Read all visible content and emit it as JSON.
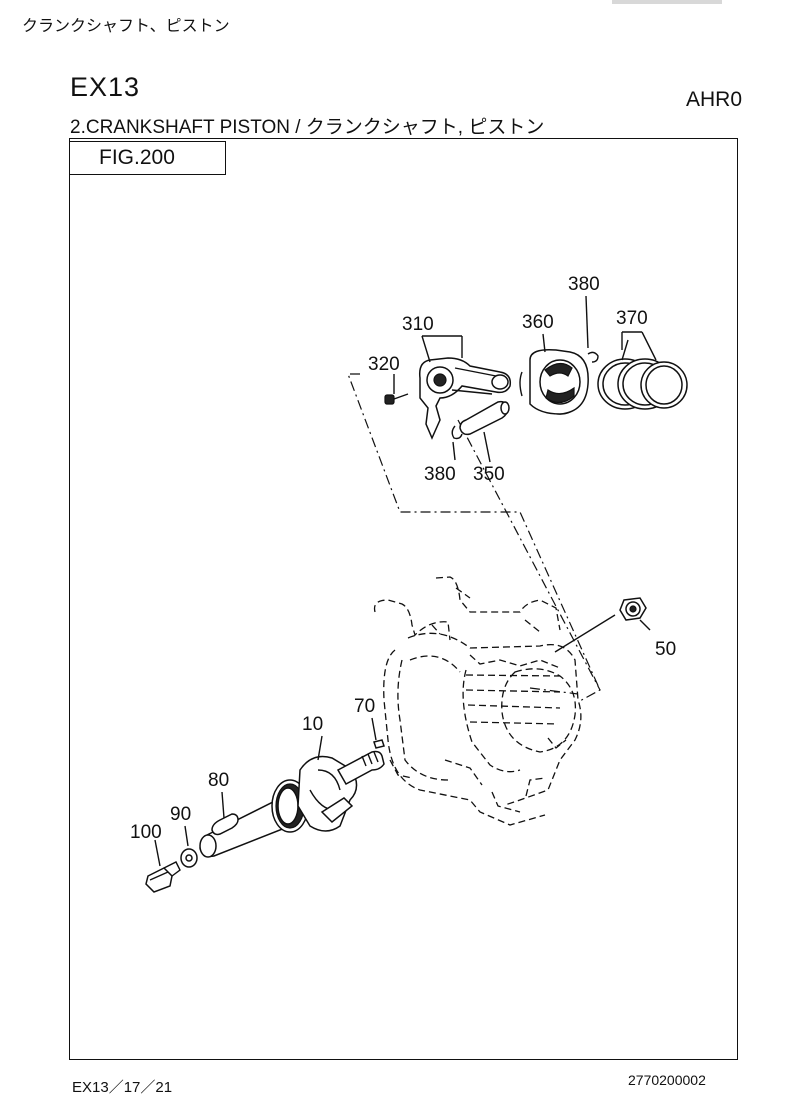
{
  "header": {
    "japanese_title": "クランクシャフト、ピストン",
    "model": "EX13",
    "model_code": "AHR0",
    "section_title": "2.CRANKSHAFT PISTON  /  クランクシャフト, ピストン"
  },
  "figure": {
    "label": "FIG.200",
    "callouts": [
      "10",
      "50",
      "70",
      "80",
      "90",
      "100",
      "310",
      "320",
      "350",
      "360",
      "370",
      "380",
      "380"
    ]
  },
  "footer": {
    "left": "EX13／17／21",
    "right": "2770200002"
  }
}
